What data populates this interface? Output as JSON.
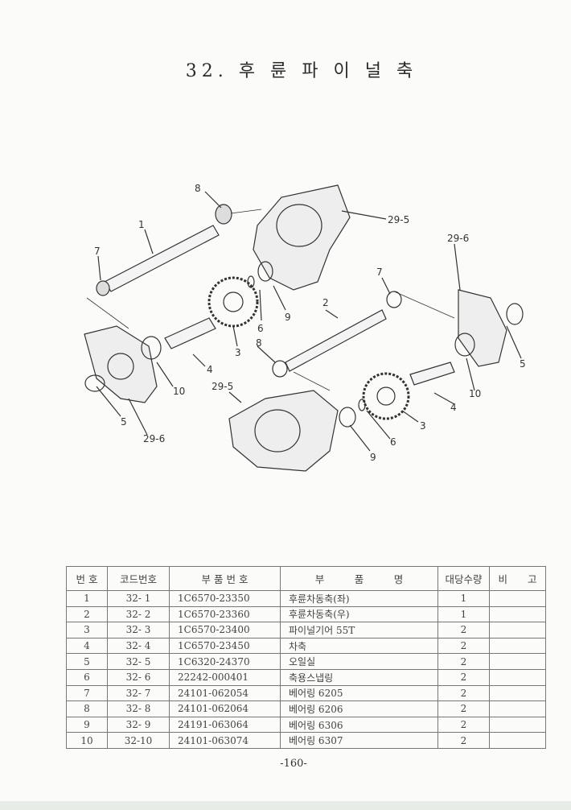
{
  "title": "32. 후 륜 파 이 널 축",
  "diagram": {
    "callouts": [
      "8",
      "1",
      "7",
      "29-5",
      "29-6",
      "7",
      "2",
      "6",
      "9",
      "3",
      "4",
      "10",
      "5",
      "8",
      "29-5",
      "29-6",
      "4",
      "10",
      "5",
      "3",
      "6",
      "9"
    ]
  },
  "table": {
    "headers": [
      "번 호",
      "코드번호",
      "부 품 번 호",
      "부　　　품　　　명",
      "대당수량",
      "비　　고"
    ],
    "rows": [
      [
        "1",
        "32- 1",
        "1C6570-23350",
        "후륜차동축(좌)",
        "1",
        ""
      ],
      [
        "2",
        "32- 2",
        "1C6570-23360",
        "후륜차동축(우)",
        "1",
        ""
      ],
      [
        "3",
        "32- 3",
        "1C6570-23400",
        "파이널기어 55T",
        "2",
        ""
      ],
      [
        "4",
        "32- 4",
        "1C6570-23450",
        "차축",
        "2",
        ""
      ],
      [
        "5",
        "32- 5",
        "1C6320-24370",
        "오일실",
        "2",
        ""
      ],
      [
        "6",
        "32- 6",
        "22242-000401",
        "축용스냅링",
        "2",
        ""
      ],
      [
        "7",
        "32- 7",
        "24101-062054",
        "베어링 6205",
        "2",
        ""
      ],
      [
        "8",
        "32- 8",
        "24101-062064",
        "베어링 6206",
        "2",
        ""
      ],
      [
        "9",
        "32- 9",
        "24191-063064",
        "베어링 6306",
        "2",
        ""
      ],
      [
        "10",
        "32-10",
        "24101-063074",
        "베어링 6307",
        "2",
        ""
      ]
    ]
  },
  "page_number": "-160-"
}
